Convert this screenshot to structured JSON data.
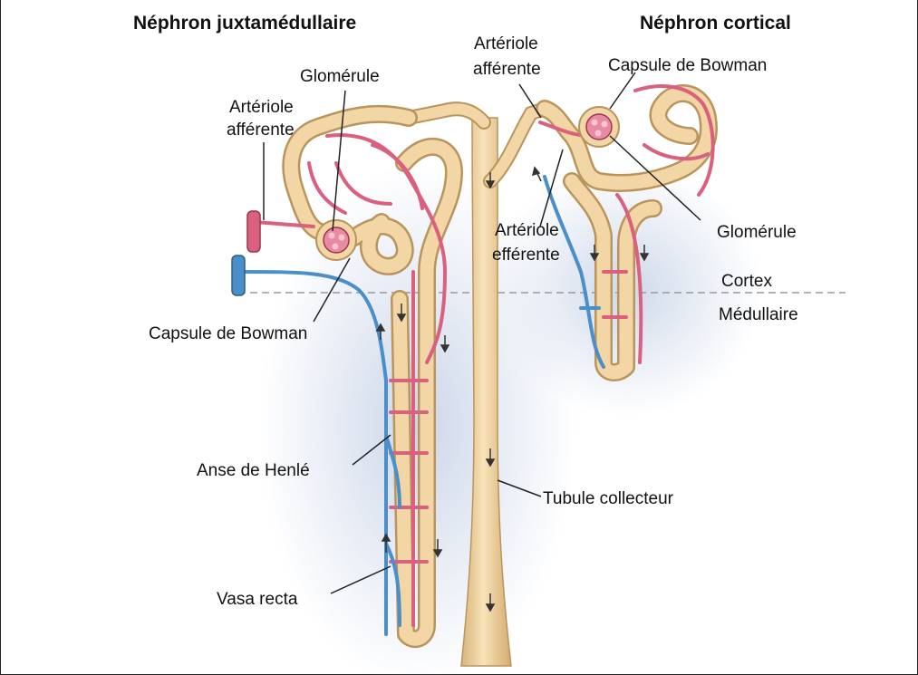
{
  "titles": {
    "left": "Néphron juxtamédullaire",
    "right": "Néphron cortical"
  },
  "labels": {
    "glomerule_left": "Glomérule",
    "arteriole_afferente_left_1": "Artériole",
    "arteriole_afferente_left_2": "afférente",
    "arteriole_afferente_right_1": "Artériole",
    "arteriole_afferente_right_2": "afférente",
    "capsule_bowman_right": "Capsule de Bowman",
    "arteriole_efferente_1": "Artériole",
    "arteriole_efferente_2": "efférente",
    "glomerule_right": "Glomérule",
    "cortex": "Cortex",
    "medullaire": "Médullaire",
    "capsule_bowman_left": "Capsule de Bowman",
    "anse_henle": "Anse de Henlé",
    "tubule_collecteur": "Tubule collecteur",
    "vasa_recta": "Vasa recta"
  },
  "colors": {
    "tubule": "#f3d6a5",
    "tubule_outline": "#b9955d",
    "artery": "#d9607e",
    "artery_outline": "#9c3550",
    "vein": "#4a8fc9",
    "vein_outline": "#2d5f8c",
    "boundary": "#9a9a9a",
    "glow": "#c9d4e8"
  }
}
